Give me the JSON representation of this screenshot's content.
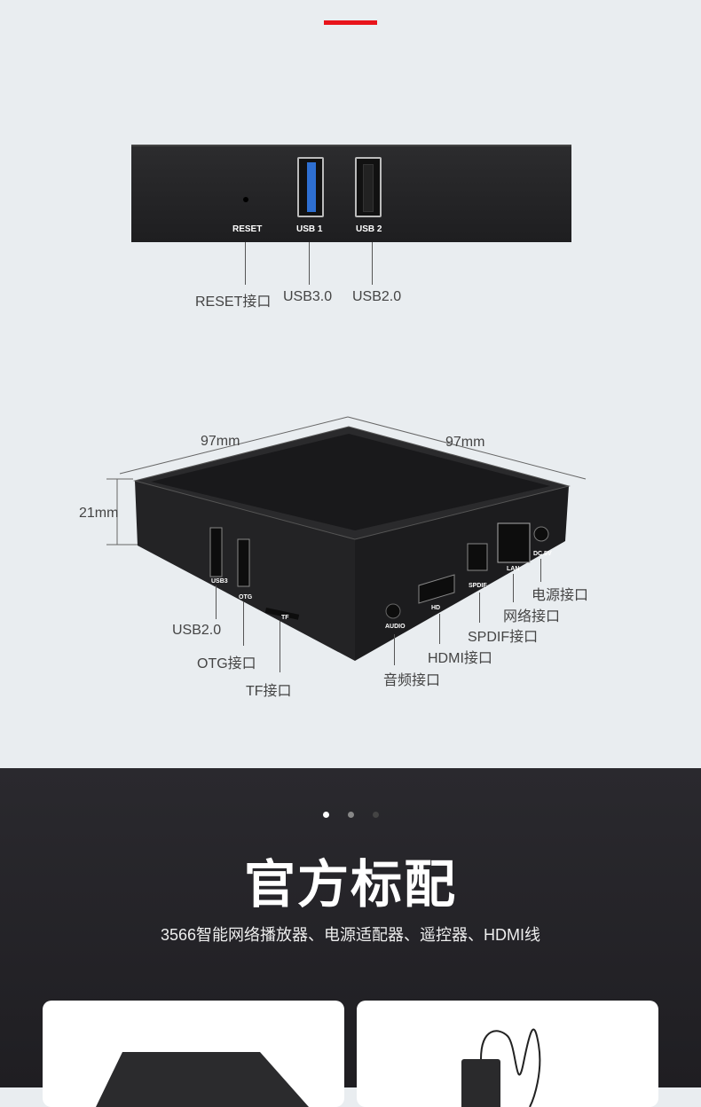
{
  "accent_color": "#e8141b",
  "rear_panel": {
    "port_labels": [
      "RESET",
      "USB 1",
      "USB 2"
    ],
    "callouts": [
      "RESET接口",
      "USB3.0",
      "USB2.0"
    ]
  },
  "dimensions": {
    "width": "97mm",
    "depth": "97mm",
    "height": "21mm"
  },
  "side_panel": {
    "port_labels": [
      "USB3",
      "OTG",
      "TF",
      "AUDIO",
      "HD",
      "SPDIF",
      "LAN",
      "DC 5V"
    ],
    "callouts": [
      "USB2.0",
      "OTG接口",
      "TF接口",
      "音频接口",
      "HDMI接口",
      "SPDIF接口",
      "网络接口",
      "电源接口"
    ]
  },
  "accessories": {
    "title": "官方标配",
    "subtitle": "3566智能网络播放器、电源适配器、遥控器、HDMI线",
    "carousel": {
      "count": 3,
      "active": 1
    }
  }
}
